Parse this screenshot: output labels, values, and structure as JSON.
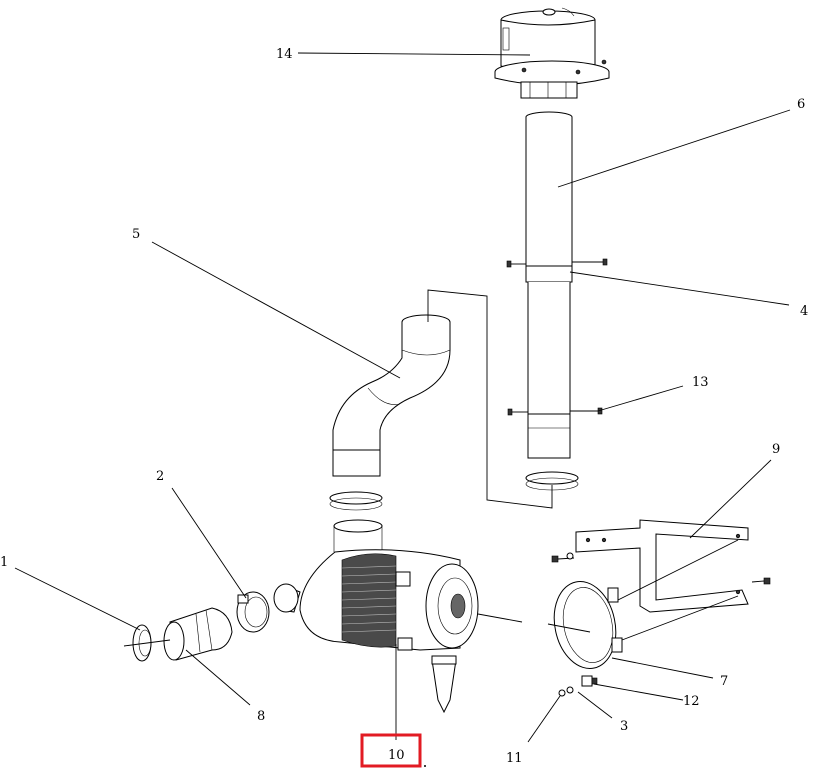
{
  "callouts": [
    {
      "id": "1",
      "label": "1"
    },
    {
      "id": "2",
      "label": "2"
    },
    {
      "id": "3",
      "label": "3"
    },
    {
      "id": "4",
      "label": "4"
    },
    {
      "id": "5",
      "label": "5"
    },
    {
      "id": "6",
      "label": "6"
    },
    {
      "id": "7",
      "label": "7"
    },
    {
      "id": "8",
      "label": "8"
    },
    {
      "id": "9",
      "label": "9"
    },
    {
      "id": "10",
      "label": "10"
    },
    {
      "id": "11",
      "label": "11"
    },
    {
      "id": "12",
      "label": "12"
    },
    {
      "id": "13",
      "label": "13"
    },
    {
      "id": "14",
      "label": "14"
    }
  ],
  "highlight": {
    "label": "10",
    "color": "#e21b23"
  }
}
